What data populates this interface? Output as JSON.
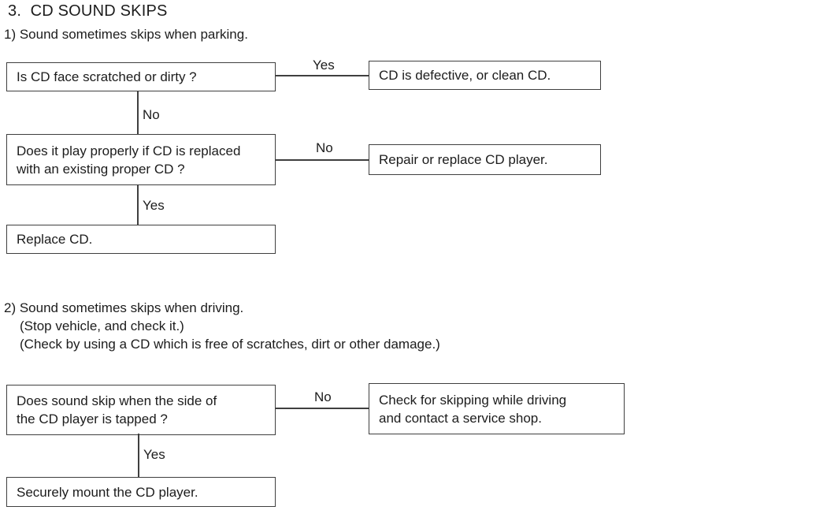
{
  "title": "3.  CD SOUND SKIPS",
  "colors": {
    "background": "#ffffff",
    "line": "#3f3f3f",
    "text": "#1c1c1c"
  },
  "s1": {
    "heading": "1) Sound sometimes skips when parking.",
    "q1": "Is CD face scratched or dirty ?",
    "q1_yes_label": "Yes",
    "q1_yes_result": "CD is defective, or clean CD.",
    "q1_no_label": "No",
    "q2_line1": "Does it play properly if CD is replaced",
    "q2_line2": "with an existing proper CD ?",
    "q2_no_label": "No",
    "q2_no_result": "Repair or replace CD player.",
    "q2_yes_label": "Yes",
    "q2_yes_result": "Replace CD."
  },
  "s2": {
    "heading": "2) Sound sometimes skips when driving.",
    "note1": "(Stop vehicle, and check it.)",
    "note2": "(Check by using a CD which is free of scratches, dirt or other damage.)",
    "q1_line1": "Does sound skip when the side of",
    "q1_line2": "the CD player is tapped ?",
    "q1_no_label": "No",
    "q1_no_result_line1": "Check for skipping while driving",
    "q1_no_result_line2": "and contact a service shop.",
    "q1_yes_label": "Yes",
    "q1_yes_result": "Securely mount the CD player."
  }
}
